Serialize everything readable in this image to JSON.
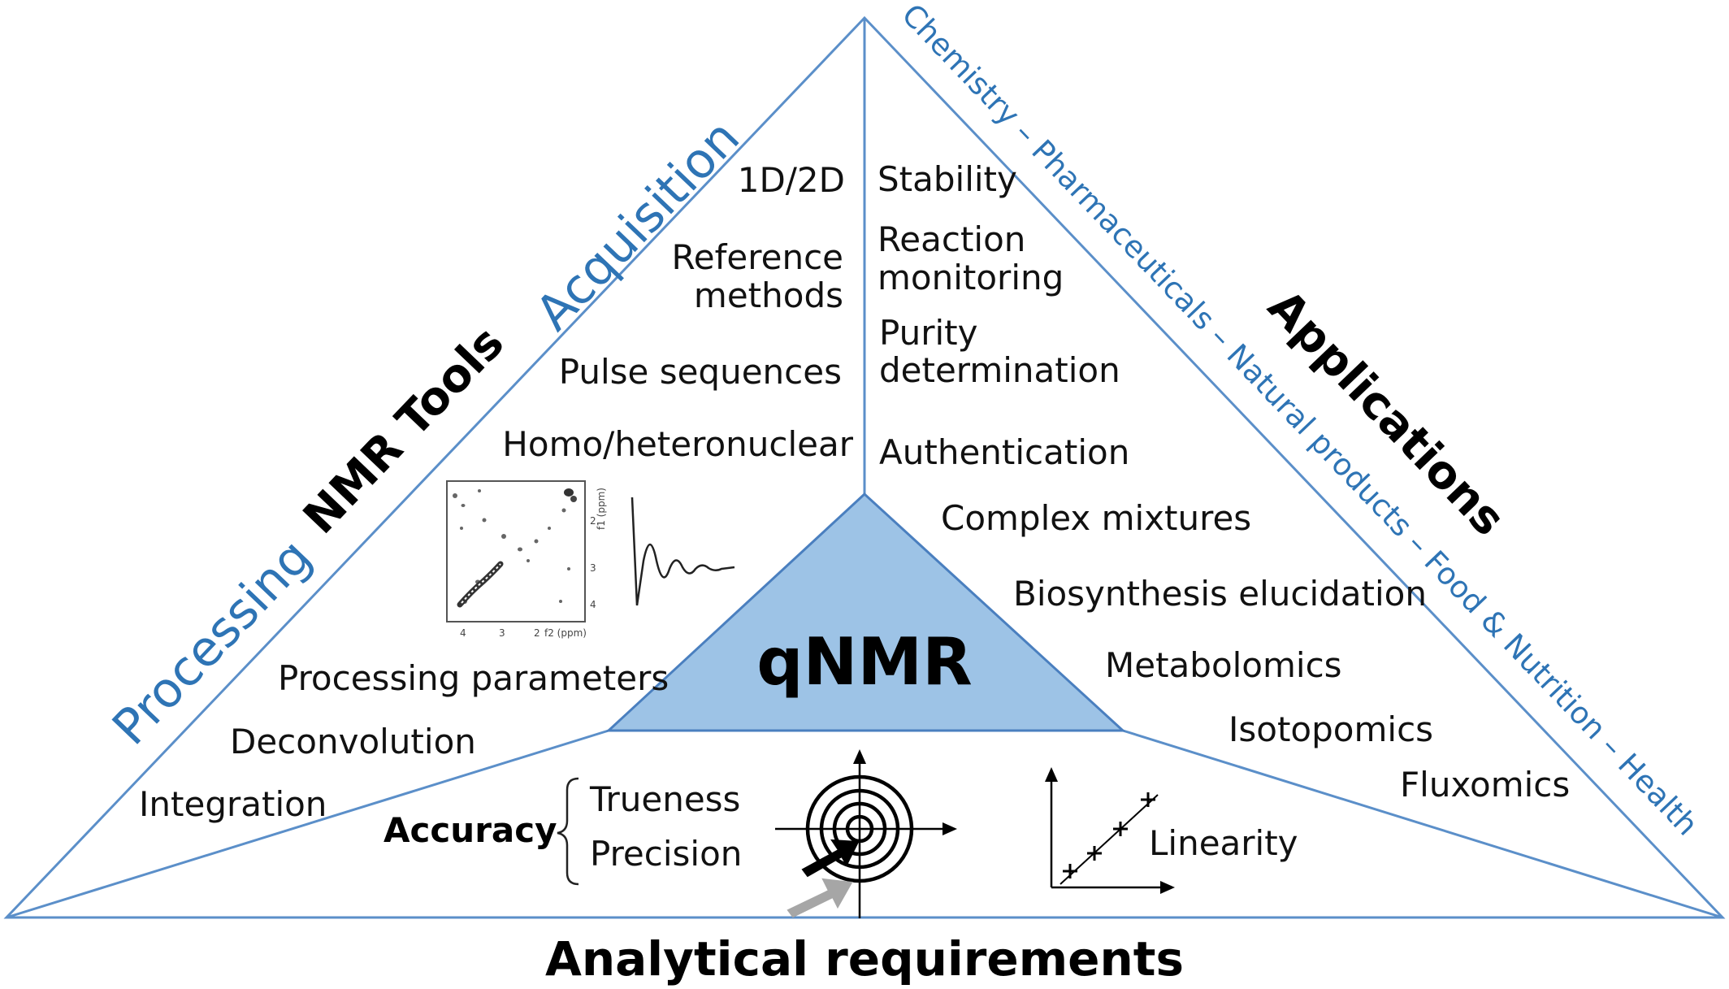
{
  "colors": {
    "outline": "#5b8fc9",
    "label_blue": "#2e74b5",
    "qnmr_fill": "#9dc3e6",
    "qnmr_stroke": "#4a7fbf",
    "text": "#111111"
  },
  "tools": {
    "heading": "NMR Tools",
    "acquisition_label": "Acquisition",
    "processing_label": "Processing",
    "acquisition_items": [
      "1D/2D",
      "Reference",
      "methods",
      "Pulse sequences",
      "Homo/heteronuclear"
    ],
    "processing_items": [
      "Processing parameters",
      "Deconvolution",
      "Integration"
    ]
  },
  "applications": {
    "heading": "Applications",
    "fields_line": "Chemistry – Pharmaceuticals – Natural products – Food & Nutrition – Health",
    "items_upper": [
      "Stability",
      "Reaction",
      "monitoring",
      "Purity",
      "determination",
      "Authentication"
    ],
    "items_lower": [
      "Complex mixtures",
      "Biosynthesis elucidation",
      "Metabolomics",
      "Isotopomics",
      "Fluxomics"
    ]
  },
  "center": {
    "label": "qNMR"
  },
  "requirements": {
    "heading": "Analytical requirements",
    "accuracy_label": "Accuracy",
    "accuracy_items": [
      "Trueness",
      "Precision"
    ],
    "linearity_label": "Linearity"
  },
  "spectrum_axis": {
    "y_label": "f1 (ppm)",
    "x_label": "f2 (ppm)",
    "x_ticks": [
      "4",
      "3",
      "2"
    ],
    "y_ticks": [
      "2",
      "3",
      "4"
    ]
  }
}
